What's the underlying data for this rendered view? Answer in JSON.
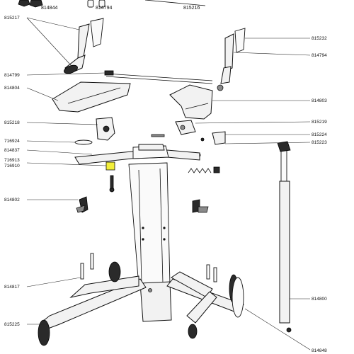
{
  "top_strip": [
    {
      "id": "top-label-1",
      "text": "814844"
    },
    {
      "id": "top-label-2",
      "text": "814794"
    },
    {
      "id": "top-label-3",
      "text": "815216"
    }
  ],
  "left_labels": [
    {
      "id": "part-815217",
      "text": "815217"
    },
    {
      "id": "part-814799",
      "text": "814799"
    },
    {
      "id": "part-814804",
      "text": "814804"
    },
    {
      "id": "part-815218",
      "text": "815218"
    },
    {
      "id": "part-716924",
      "text": "716924"
    },
    {
      "id": "part-814837",
      "text": "814837"
    },
    {
      "id": "part-716913",
      "text": "716913"
    },
    {
      "id": "part-716910",
      "text": "716910"
    },
    {
      "id": "part-814802",
      "text": "814802"
    },
    {
      "id": "part-814817",
      "text": "814817"
    },
    {
      "id": "part-815225",
      "text": "815225"
    }
  ],
  "right_labels": [
    {
      "id": "part-815232",
      "text": "815232"
    },
    {
      "id": "part-814794",
      "text": "814794"
    },
    {
      "id": "part-814803",
      "text": "814803"
    },
    {
      "id": "part-815219",
      "text": "815219"
    },
    {
      "id": "part-815224",
      "text": "815224"
    },
    {
      "id": "part-815223",
      "text": "815223"
    },
    {
      "id": "part-814800",
      "text": "814800"
    },
    {
      "id": "part-814848",
      "text": "814848"
    }
  ]
}
